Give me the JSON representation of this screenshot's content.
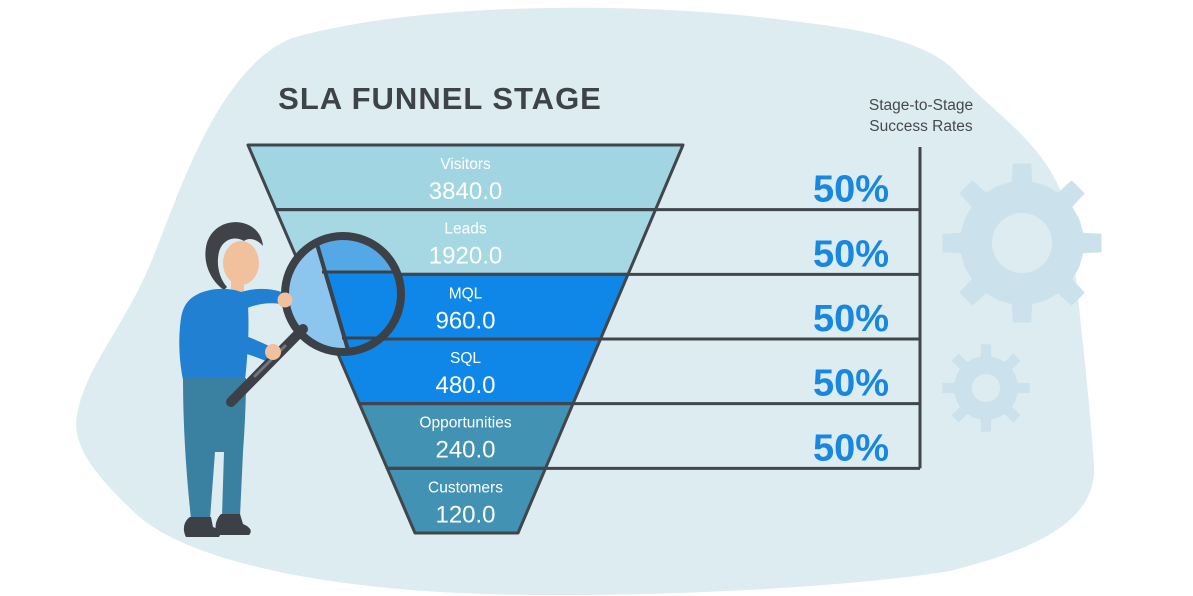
{
  "chart_data": {
    "type": "funnel",
    "title": "SLA FUNNEL STAGE",
    "stages": [
      {
        "label": "Visitors",
        "value": "3840.0",
        "color": "#a2d5e2"
      },
      {
        "label": "Leads",
        "value": "1920.0",
        "color": "#a6d8e4"
      },
      {
        "label": "MQL",
        "value": "960.0",
        "color": "#0f87e8"
      },
      {
        "label": "SQL",
        "value": "480.0",
        "color": "#0f87e8"
      },
      {
        "label": "Opportunities",
        "value": "240.0",
        "color": "#4192b3"
      },
      {
        "label": "Customers",
        "value": "120.0",
        "color": "#4192b3"
      }
    ],
    "rates_label_line1": "Stage-to-Stage",
    "rates_label_line2": "Success Rates",
    "rates": [
      "50%",
      "50%",
      "50%",
      "50%",
      "50%"
    ],
    "legend_position": "right"
  },
  "colors": {
    "outline": "#40464c",
    "rate_text": "#1787e0",
    "stage_text": "#ffffff",
    "title_text": "#3e4347",
    "background_blob": "#ddecf1",
    "gear": "#cbe2ed",
    "skin": "#f0c19c",
    "shirt": "#2180d2",
    "pants": "#3a80a1",
    "hair": "#3f4347",
    "dark": "#3b4146",
    "handle_highlight": "#71767b",
    "lens_tint": "#8cc5ee",
    "lens_mid": "#54a8e5",
    "lens_bright": "#0f87e9"
  }
}
